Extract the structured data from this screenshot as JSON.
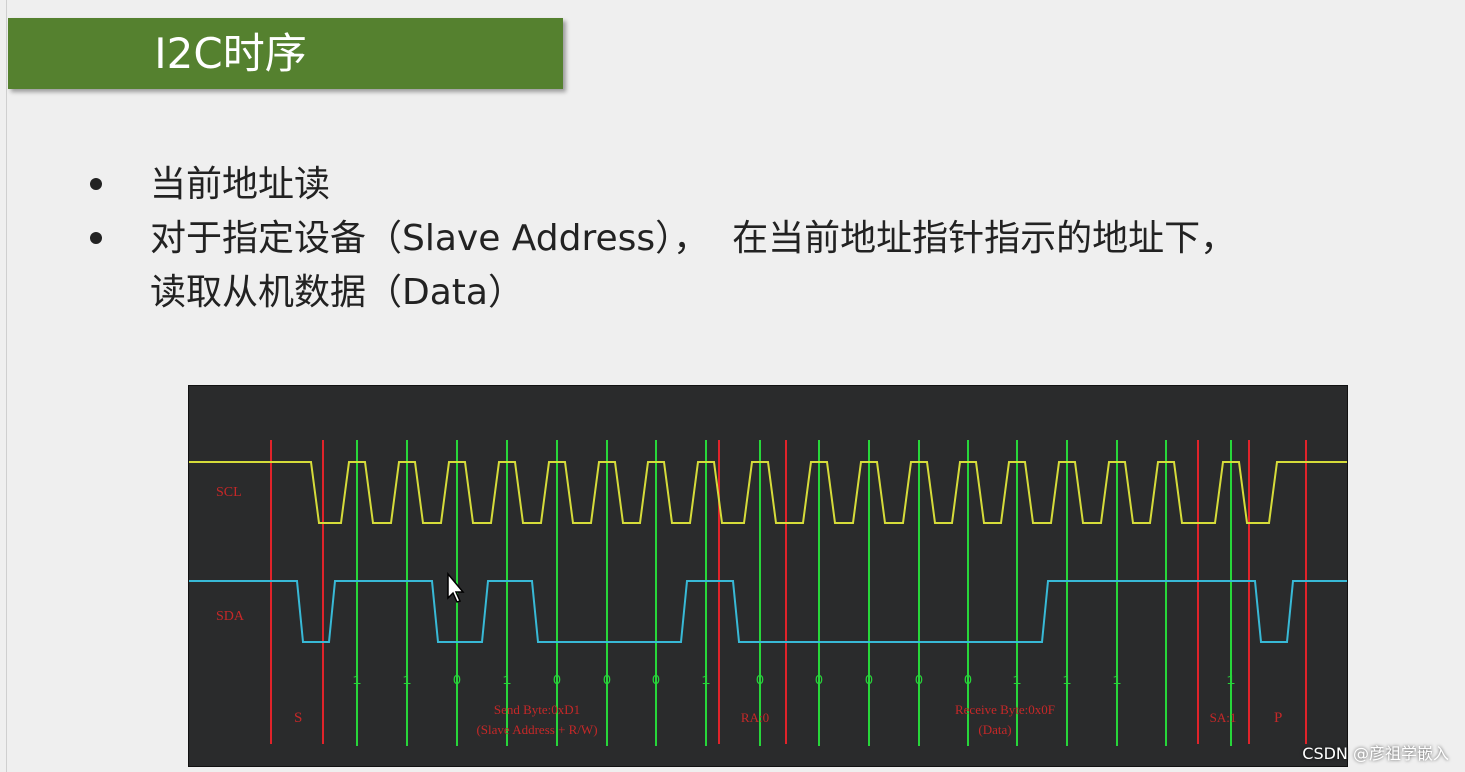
{
  "slide": {
    "title": "I2C时序",
    "bullets": [
      "当前地址读",
      "对于指定设备（Slave Address），  在当前地址指针指示的地址下，\n读取从机数据（Data）"
    ]
  },
  "scope": {
    "signals": [
      {
        "label": "SCL",
        "color": "#d6dc3a"
      },
      {
        "label": "SDA",
        "color": "#38b9d6"
      }
    ],
    "bit_labels": [
      "1",
      "1",
      "0",
      "1",
      "0",
      "0",
      "0",
      "1",
      "0",
      "0",
      "0",
      "0",
      "0",
      "1",
      "1",
      "1",
      "1"
    ],
    "annotations": {
      "start": "S",
      "send_byte": "Send Byte:0xD1",
      "send_byte_sub": "(Slave Address + R/W)",
      "ack_receive": "RA:0",
      "receive_byte": "Receive Byte:0x0F",
      "receive_byte_sub": "(Data)",
      "ack_send": "SA:1",
      "stop": "P"
    },
    "colors": {
      "background": "#2a2b2c",
      "green_marker": "#27d63a",
      "red_marker": "#e0232a",
      "label_red": "#c62828"
    }
  },
  "watermark": "CSDN @彦祖学嵌入"
}
